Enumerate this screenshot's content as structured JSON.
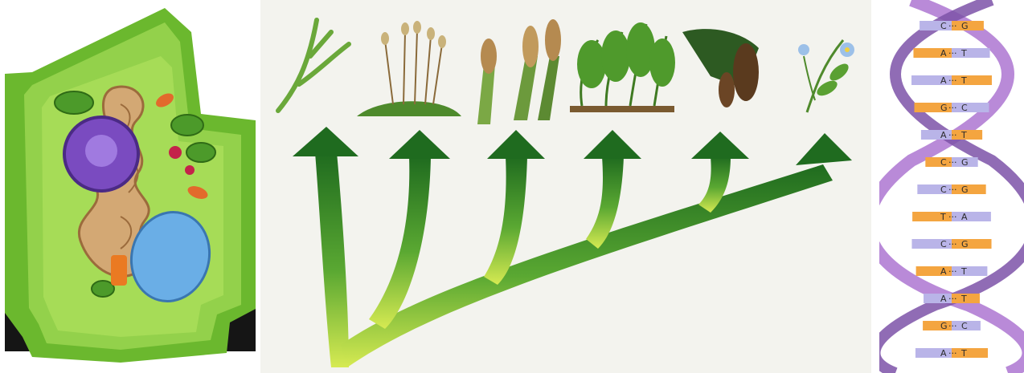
{
  "panels": {
    "plant_cell": {
      "kind": "illustration",
      "subject": "plant-cell-cutaway"
    },
    "evolution_tree": {
      "kind": "illustration",
      "plants": [
        "green-alga",
        "moss",
        "horsetail",
        "fern",
        "conifer",
        "flowering-plant"
      ]
    },
    "dna": {
      "kind": "illustration",
      "base_pairs": [
        {
          "left": "C",
          "right": "G"
        },
        {
          "left": "A",
          "right": "T"
        },
        {
          "left": "A",
          "right": "T"
        },
        {
          "left": "G",
          "right": "C"
        },
        {
          "left": "A",
          "right": "T"
        },
        {
          "left": "C",
          "right": "G"
        },
        {
          "left": "C",
          "right": "G"
        },
        {
          "left": "T",
          "right": "A"
        },
        {
          "left": "C",
          "right": "G"
        },
        {
          "left": "A",
          "right": "T"
        },
        {
          "left": "A",
          "right": "T"
        },
        {
          "left": "G",
          "right": "C"
        },
        {
          "left": "A",
          "right": "T"
        }
      ]
    }
  },
  "colors": {
    "cell_green": "#7cc242",
    "cell_dark_green": "#3f8a1f",
    "nucleus_purple": "#7a4bc0",
    "vacuole_blue": "#6aaee6",
    "er_tan": "#c79a6a",
    "pedestal": "#1c1c1c",
    "arrow_dark": "#1f6b1f",
    "arrow_light": "#c7e04a",
    "dna_backbone": "#b98ad8",
    "dna_backbone_dark": "#7c52a8",
    "pair_orange": "#f4a540",
    "pair_lavender": "#b9b4e8"
  }
}
